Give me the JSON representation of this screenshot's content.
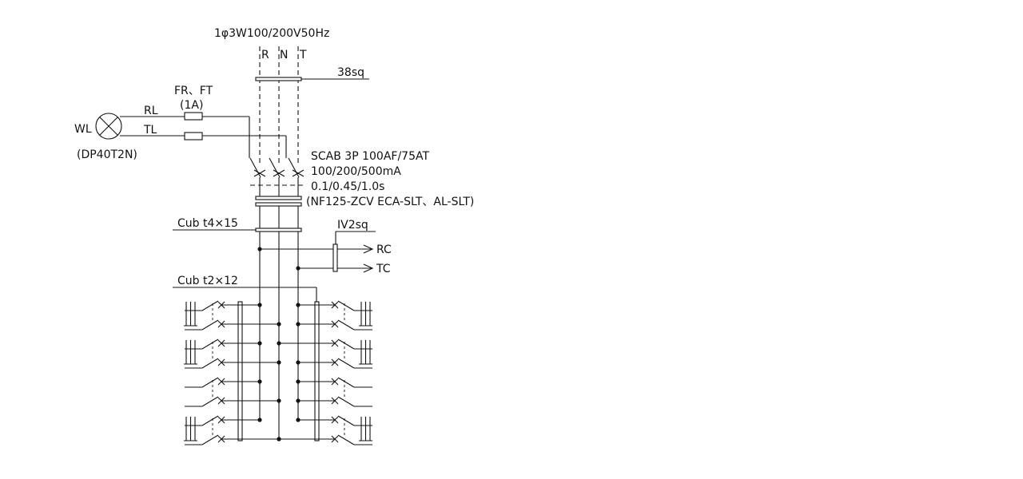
{
  "supply": {
    "label": "1φ3W100/200V50Hz"
  },
  "phases": {
    "r": "R",
    "n": "N",
    "t": "T"
  },
  "feeder_cable": {
    "label": "38sq"
  },
  "light_circuit": {
    "fuse_label": "FR、FT",
    "fuse_rating": "(1A)",
    "rl": "RL",
    "tl": "TL",
    "lamp": "WL",
    "lamp_model": "(DP40T2N)"
  },
  "main_breaker": {
    "line1": "SCAB 3P 100AF/75AT",
    "line2": "100/200/500mA",
    "line3": "0.1/0.45/1.0s",
    "line4": "(NF125-ZCV ECA-SLT、AL-SLT)"
  },
  "busbar_main": {
    "label": "Cub t4×15"
  },
  "control_cable": {
    "label": "IV2sq"
  },
  "outputs": {
    "rc": "RC",
    "tc": "TC"
  },
  "busbar_branch": {
    "label": "Cub t2×12"
  }
}
